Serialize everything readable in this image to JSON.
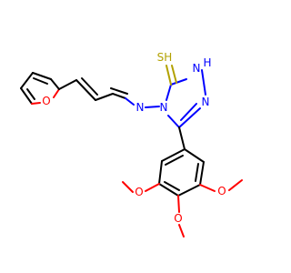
{
  "atom_colors": {
    "carbon": "#000000",
    "nitrogen": "#0000ff",
    "oxygen": "#ff0000",
    "sulfur": "#b2a100"
  },
  "atoms": {
    "sulfur_h": "SH",
    "triazole_nh": "N",
    "triazole_nh_h": "H",
    "triazole_n4": "N",
    "triazole_n2": "N",
    "imine_n": "N",
    "furan_o": "O",
    "methoxy_o_left": "O",
    "methoxy_o_bottom": "O",
    "methoxy_o_right": "O"
  }
}
